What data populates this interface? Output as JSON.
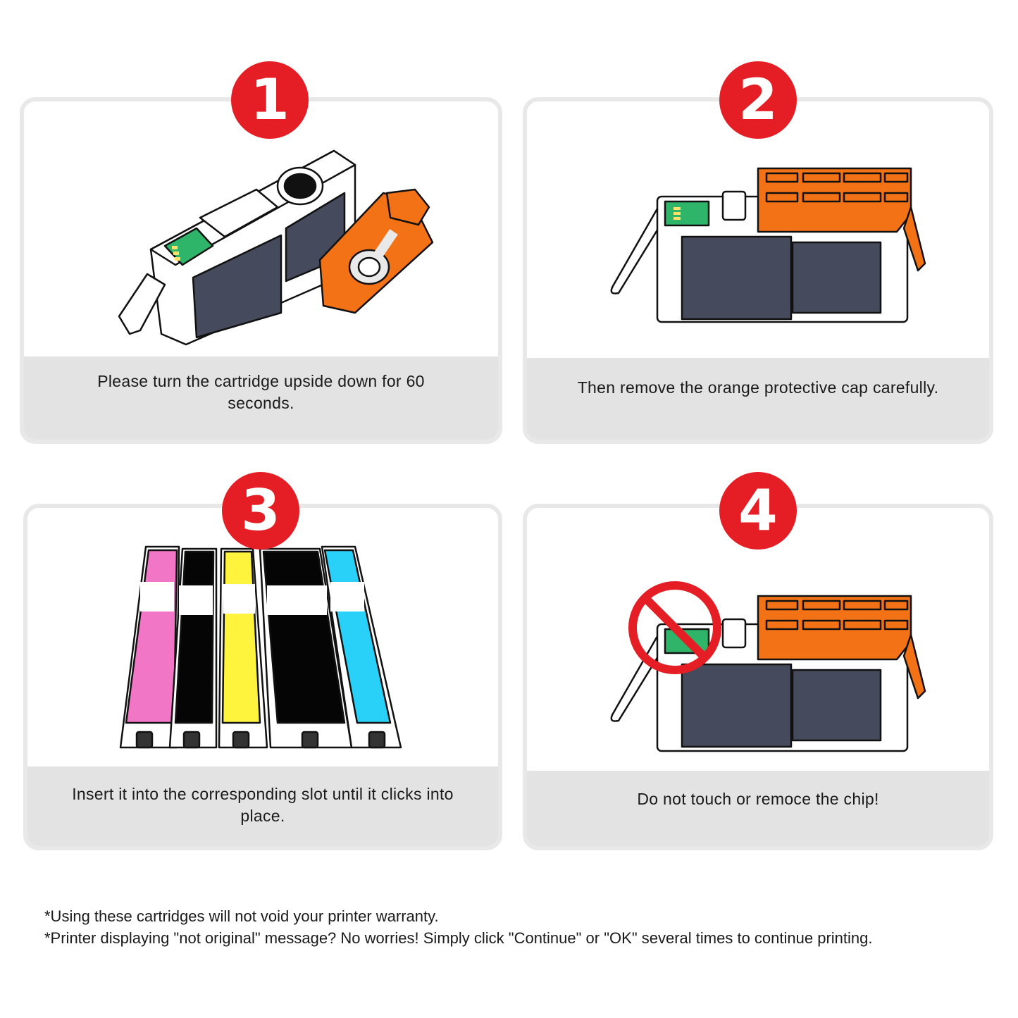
{
  "colors": {
    "badge_red": "#e51e25",
    "caption_bg": "#e3e3e3",
    "card_border": "#e8e8e8",
    "cap_orange": "#f47216",
    "ink_body": "#454a5c",
    "chip_green": "#2fb56a",
    "magenta": "#f276c6",
    "yellow": "#fff43d",
    "cyan": "#29d0f7",
    "black": "#050505"
  },
  "steps": [
    {
      "number": "1",
      "caption": "Please turn the cartridge upside down for 60 seconds.",
      "illustration": "cartridge-with-removed-orange-cap"
    },
    {
      "number": "2",
      "caption": "Then remove the orange protective cap carefully.",
      "illustration": "cartridge-with-orange-cap-side-view"
    },
    {
      "number": "3",
      "caption": "Insert it into the corresponding slot until it clicks into place.",
      "illustration": "five-cartridges-magenta-black-yellow-black-cyan"
    },
    {
      "number": "4",
      "caption": "Do not touch or remoce the chip!",
      "illustration": "cartridge-chip-with-prohibition-sign"
    }
  ],
  "notes": [
    "*Using these cartridges will not void your printer warranty.",
    "*Printer displaying \"not original\" message? No worries! Simply click \"Continue\" or \"OK\" several times to continue printing."
  ]
}
